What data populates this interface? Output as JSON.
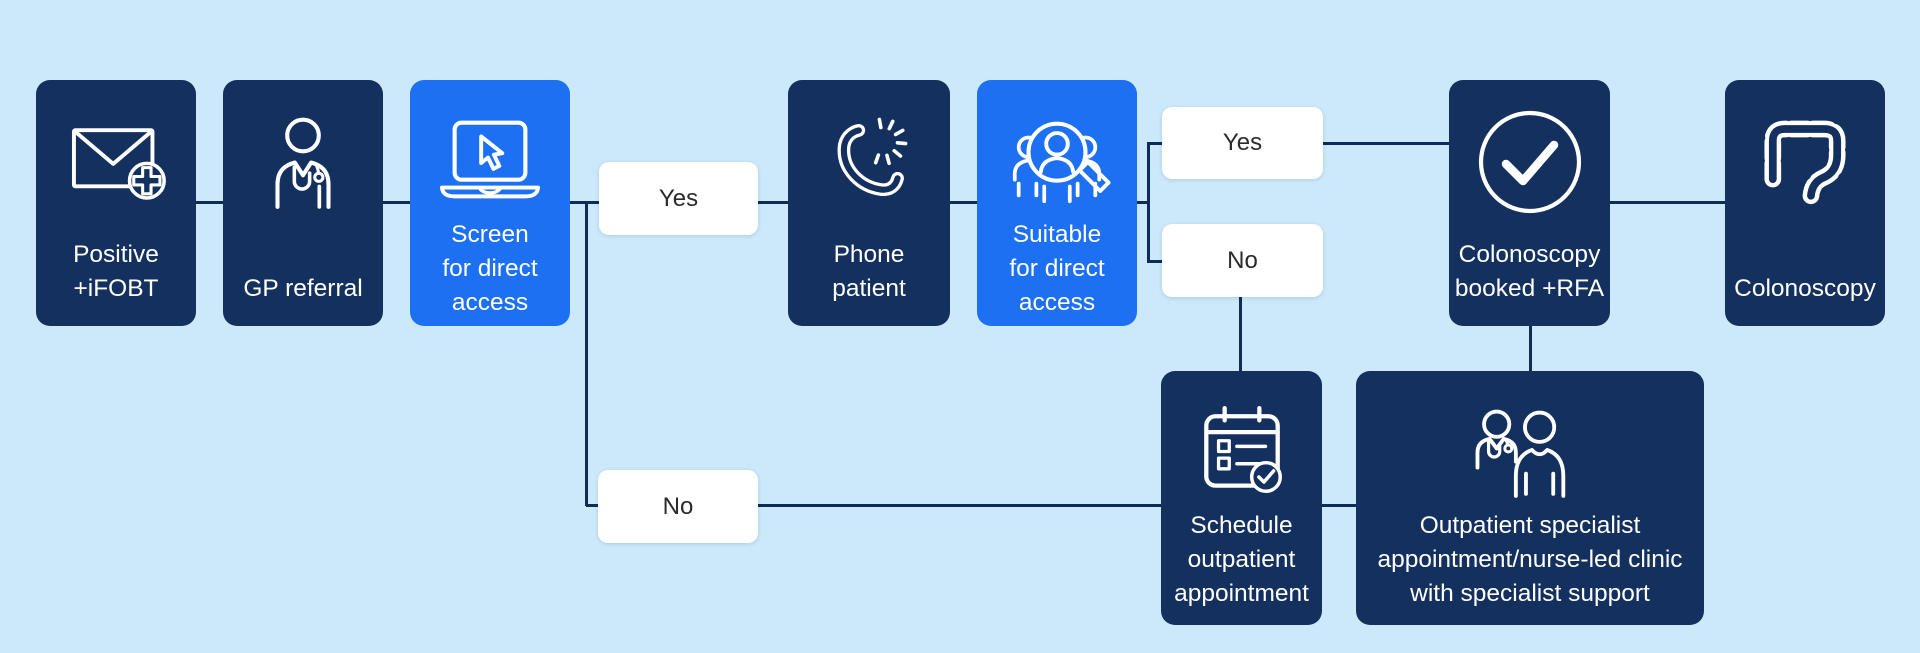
{
  "colors": {
    "background": "#cce9fb",
    "node_navy": "#14305f",
    "node_blue": "#1e70f2",
    "connector": "#0f2b59",
    "decision_bg": "#ffffff",
    "decision_text": "#2b2b2b"
  },
  "boxes": [
    {
      "id": "positive-ifobt",
      "label": "Positive +iFOBT",
      "lines": [
        "Positive",
        "+iFOBT"
      ],
      "variant": "navy",
      "icon": "mail-plus-icon"
    },
    {
      "id": "gp-referral",
      "label": "GP referral",
      "lines": [
        "GP referral"
      ],
      "variant": "navy",
      "icon": "gp-doctor-icon"
    },
    {
      "id": "screen-direct-access",
      "label": "Screen for direct access",
      "lines": [
        "Screen",
        "for direct",
        "access"
      ],
      "variant": "blue",
      "icon": "laptop-cursor-icon"
    },
    {
      "id": "phone-patient",
      "label": "Phone patient",
      "lines": [
        "Phone",
        "patient"
      ],
      "variant": "navy",
      "icon": "phone-ringing-icon"
    },
    {
      "id": "suitable-direct-access",
      "label": "Suitable for direct access",
      "lines": [
        "Suitable",
        "for direct",
        "access"
      ],
      "variant": "blue",
      "icon": "people-magnifier-icon"
    },
    {
      "id": "colonoscopy-booked",
      "label": "Colonoscopy booked +RFA",
      "lines": [
        "Colonoscopy",
        "booked +RFA"
      ],
      "variant": "navy",
      "icon": "check-circle-icon"
    },
    {
      "id": "colonoscopy",
      "label": "Colonoscopy",
      "lines": [
        "Colonoscopy"
      ],
      "variant": "navy",
      "icon": "colon-icon"
    },
    {
      "id": "schedule-outpatient",
      "label": "Schedule outpatient appointment",
      "lines": [
        "Schedule",
        "outpatient",
        "appointment"
      ],
      "variant": "navy",
      "icon": "calendar-check-icon"
    },
    {
      "id": "outpatient-specialist",
      "label": "Outpatient specialist appointment/nurse-led clinic with specialist support",
      "lines": [
        "Outpatient specialist",
        "appointment/nurse-led clinic",
        "with specialist support"
      ],
      "variant": "navy",
      "icon": "doctor-patient-icon"
    }
  ],
  "decisions": [
    {
      "id": "screen-yes",
      "label": "Yes"
    },
    {
      "id": "suitable-yes",
      "label": "Yes"
    },
    {
      "id": "suitable-no",
      "label": "No"
    },
    {
      "id": "screen-no",
      "label": "No"
    }
  ],
  "edges": [
    {
      "from": "positive-ifobt",
      "to": "gp-referral"
    },
    {
      "from": "gp-referral",
      "to": "screen-direct-access"
    },
    {
      "from": "screen-direct-access",
      "to": "phone-patient",
      "label": "Yes"
    },
    {
      "from": "phone-patient",
      "to": "suitable-direct-access"
    },
    {
      "from": "suitable-direct-access",
      "to": "colonoscopy-booked",
      "label": "Yes"
    },
    {
      "from": "suitable-direct-access",
      "to": "schedule-outpatient",
      "label": "No"
    },
    {
      "from": "colonoscopy-booked",
      "to": "colonoscopy"
    },
    {
      "from": "colonoscopy-booked",
      "to": "outpatient-specialist"
    },
    {
      "from": "screen-direct-access",
      "to": "schedule-outpatient",
      "label": "No"
    },
    {
      "from": "schedule-outpatient",
      "to": "outpatient-specialist"
    }
  ]
}
